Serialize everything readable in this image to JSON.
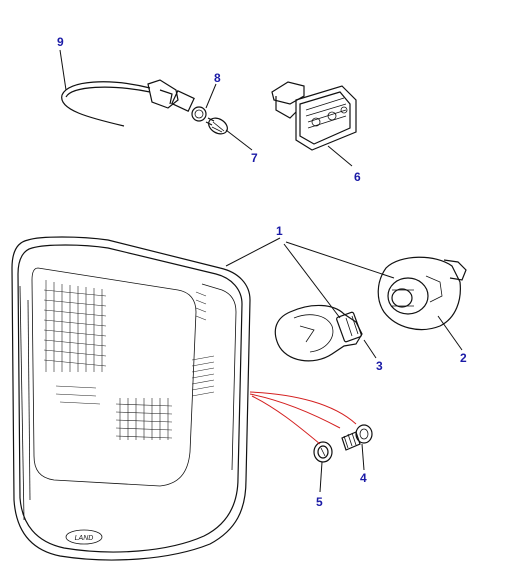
{
  "diagram": {
    "callouts": {
      "c1": "1",
      "c2": "2",
      "c3": "3",
      "c4": "4",
      "c5": "5",
      "c6": "6",
      "c7": "7",
      "c8": "8",
      "c9": "9"
    },
    "lens_marking": "LAND"
  },
  "colors": {
    "callout_text": "#1a1aa6",
    "leader_line": "#111111",
    "red_leader": "#d42020",
    "line_art": "#111111"
  }
}
